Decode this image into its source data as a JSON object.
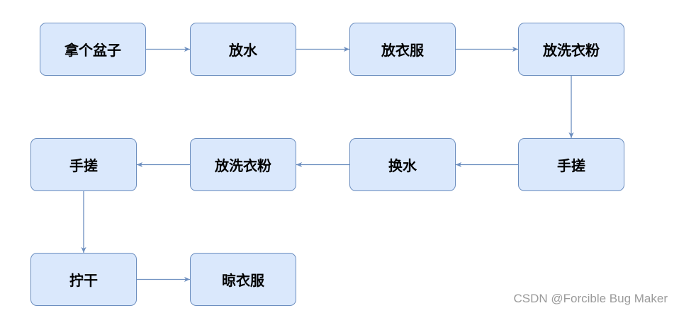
{
  "nodes": {
    "n1": "拿个盆子",
    "n2": "放水",
    "n3": "放衣服",
    "n4": "放洗衣粉",
    "n5": "手搓",
    "n6": "换水",
    "n7": "放洗衣粉",
    "n8": "手搓",
    "n9": "拧干",
    "n10": "晾衣服"
  },
  "edges": [
    [
      "n1",
      "n2"
    ],
    [
      "n2",
      "n3"
    ],
    [
      "n3",
      "n4"
    ],
    [
      "n4",
      "n5"
    ],
    [
      "n5",
      "n6"
    ],
    [
      "n6",
      "n7"
    ],
    [
      "n7",
      "n8"
    ],
    [
      "n8",
      "n9"
    ],
    [
      "n9",
      "n10"
    ]
  ],
  "colors": {
    "node_fill": "#dae8fc",
    "node_border": "#6c8ebf",
    "edge": "#6c8ebf",
    "watermark": "#9a9a9a"
  },
  "watermark": "CSDN @Forcible Bug Maker"
}
